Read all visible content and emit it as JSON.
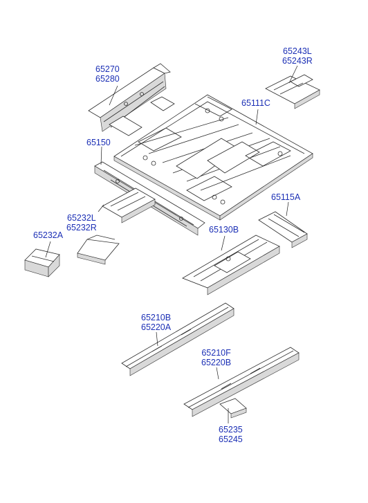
{
  "diagram": {
    "label_color": "#1b2fb5",
    "parts": [
      {
        "id": "p1",
        "lines": [
          "65270",
          "65280"
        ]
      },
      {
        "id": "p2",
        "lines": [
          "65243L",
          "65243R"
        ]
      },
      {
        "id": "p3",
        "lines": [
          "65111C"
        ]
      },
      {
        "id": "p4",
        "lines": [
          "65150"
        ]
      },
      {
        "id": "p5",
        "lines": [
          "65232L",
          "65232R"
        ]
      },
      {
        "id": "p6",
        "lines": [
          "65232A"
        ]
      },
      {
        "id": "p7",
        "lines": [
          "65115A"
        ]
      },
      {
        "id": "p8",
        "lines": [
          "65130B"
        ]
      },
      {
        "id": "p9",
        "lines": [
          "65210B",
          "65220A"
        ]
      },
      {
        "id": "p10",
        "lines": [
          "65210F",
          "65220B"
        ]
      },
      {
        "id": "p11",
        "lines": [
          "65235",
          "65245"
        ]
      }
    ]
  }
}
